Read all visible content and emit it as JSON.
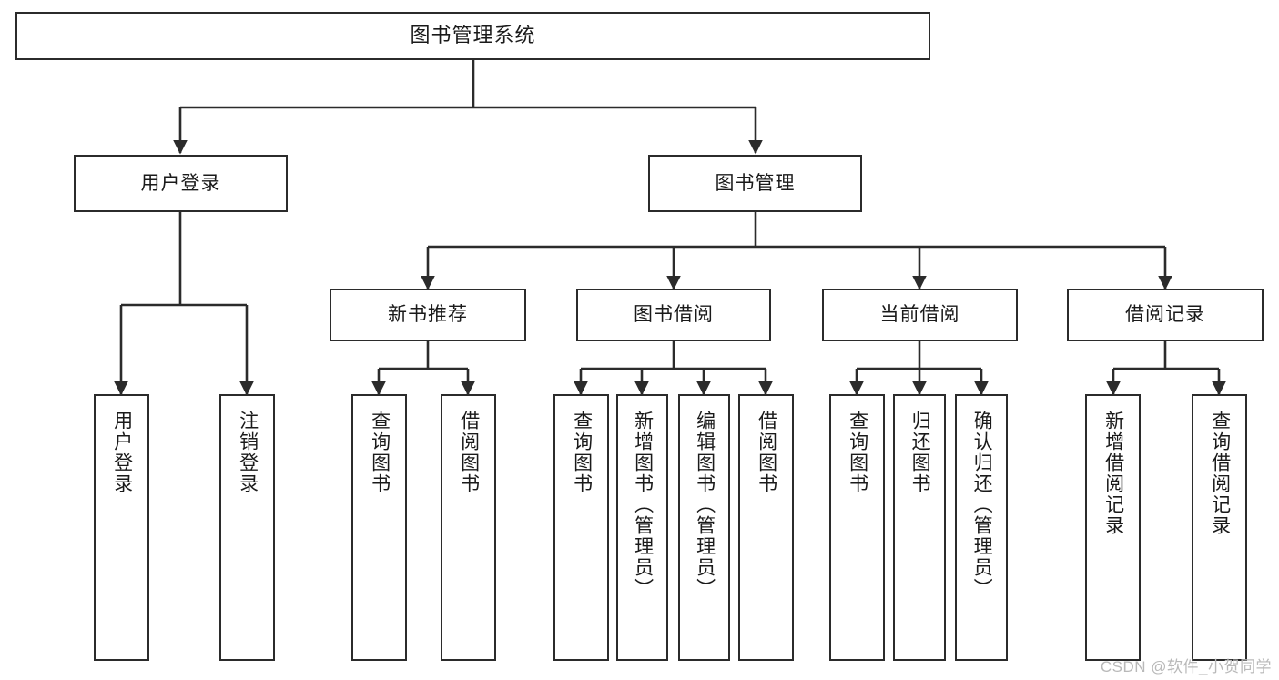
{
  "diagram": {
    "title": "图书管理系统",
    "type": "tree-hierarchy",
    "root": {
      "id": "root",
      "label": "图书管理系统"
    },
    "level2": [
      {
        "id": "user-login",
        "label": "用户登录"
      },
      {
        "id": "book-management",
        "label": "图书管理"
      }
    ],
    "level3": [
      {
        "id": "new-book-recommend",
        "label": "新书推荐",
        "parent": "book-management"
      },
      {
        "id": "book-borrow",
        "label": "图书借阅",
        "parent": "book-management"
      },
      {
        "id": "current-borrow",
        "label": "当前借阅",
        "parent": "book-management"
      },
      {
        "id": "borrow-record",
        "label": "借阅记录",
        "parent": "book-management"
      }
    ],
    "leaves": [
      {
        "id": "leaf-user-login",
        "label": "用户登录",
        "parent": "user-login"
      },
      {
        "id": "leaf-logout-login",
        "label": "注销登录",
        "parent": "user-login"
      },
      {
        "id": "leaf-query-book-1",
        "label": "查询图书",
        "parent": "new-book-recommend"
      },
      {
        "id": "leaf-borrow-book-1",
        "label": "借阅图书",
        "parent": "new-book-recommend"
      },
      {
        "id": "leaf-query-book-2",
        "label": "查询图书",
        "parent": "book-borrow"
      },
      {
        "id": "leaf-add-book",
        "label": "新增图书（管理员）",
        "parent": "book-borrow"
      },
      {
        "id": "leaf-edit-book",
        "label": "编辑图书（管理员）",
        "parent": "book-borrow"
      },
      {
        "id": "leaf-borrow-book-2",
        "label": "借阅图书",
        "parent": "book-borrow"
      },
      {
        "id": "leaf-query-book-3",
        "label": "查询图书",
        "parent": "current-borrow"
      },
      {
        "id": "leaf-return-book",
        "label": "归还图书",
        "parent": "current-borrow"
      },
      {
        "id": "leaf-confirm-return",
        "label": "确认归还（管理员）",
        "parent": "current-borrow"
      },
      {
        "id": "leaf-add-borrow-record",
        "label": "新增借阅记录",
        "parent": "borrow-record"
      },
      {
        "id": "leaf-query-borrow-record",
        "label": "查询借阅记录",
        "parent": "borrow-record"
      }
    ],
    "watermark": "CSDN @软件_小贺同学",
    "colors": {
      "stroke": "#2b2b2b",
      "fill": "#ffffff",
      "text": "#1a1a1a",
      "watermark": "#b9b9b9"
    }
  }
}
